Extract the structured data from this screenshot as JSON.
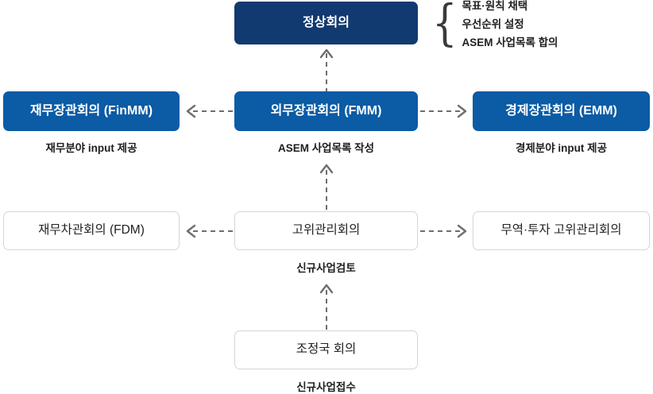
{
  "diagram": {
    "title_note": {
      "brace_glyph": "{",
      "lines": [
        "목표·원칙 채택",
        "우선순위 설정",
        "ASEM 사업목록 합의"
      ]
    },
    "nodes": {
      "summit": {
        "label": "정상회의"
      },
      "finmm": {
        "label": "재무장관회의 (FinMM)"
      },
      "fmm": {
        "label": "외무장관회의 (FMM)"
      },
      "emm": {
        "label": "경제장관회의 (EMM)"
      },
      "fdm": {
        "label": "재무차관회의 (FDM)"
      },
      "som": {
        "label": "고위관리회의"
      },
      "somti": {
        "label": "무역·투자 고위관리회의"
      },
      "coordinators": {
        "label": "조정국 회의"
      }
    },
    "captions": {
      "finmm": "재무분야 input 제공",
      "fmm": "ASEM 사업목록 작성",
      "emm": "경제분야 input 제공",
      "som": "신규사업검토",
      "coordinators": "신규사업접수"
    },
    "colors": {
      "dark_navy": "#113a71",
      "blue": "#0b5ba5",
      "box_border": "#d5d5d5",
      "connector": "#6e6e6e",
      "text_dark": "#1f1f1f"
    }
  }
}
